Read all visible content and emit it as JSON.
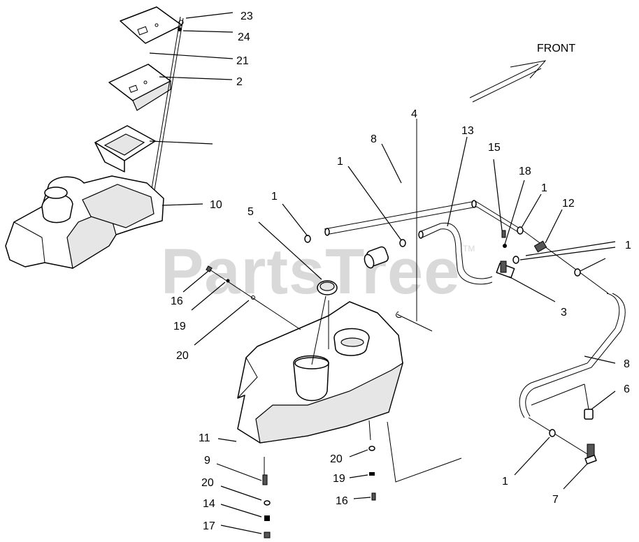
{
  "watermark": {
    "text": "PartsTree",
    "trademark": "TM"
  },
  "direction_label": "FRONT",
  "callouts": [
    {
      "id": "c23",
      "text": "23"
    },
    {
      "id": "c24",
      "text": "24"
    },
    {
      "id": "c21",
      "text": "21"
    },
    {
      "id": "c2",
      "text": "2"
    },
    {
      "id": "c10",
      "text": "10"
    },
    {
      "id": "c5",
      "text": "5"
    },
    {
      "id": "c1a",
      "text": "1"
    },
    {
      "id": "c1b",
      "text": "1"
    },
    {
      "id": "c8a",
      "text": "8"
    },
    {
      "id": "c4",
      "text": "4"
    },
    {
      "id": "c13",
      "text": "13"
    },
    {
      "id": "c15",
      "text": "15"
    },
    {
      "id": "c18",
      "text": "18"
    },
    {
      "id": "c1c",
      "text": "1"
    },
    {
      "id": "c12",
      "text": "12"
    },
    {
      "id": "c1d",
      "text": "1"
    },
    {
      "id": "c3",
      "text": "3"
    },
    {
      "id": "c16a",
      "text": "16"
    },
    {
      "id": "c19a",
      "text": "19"
    },
    {
      "id": "c20a",
      "text": "20"
    },
    {
      "id": "c8b",
      "text": "8"
    },
    {
      "id": "c6",
      "text": "6"
    },
    {
      "id": "c11",
      "text": "11"
    },
    {
      "id": "c9",
      "text": "9"
    },
    {
      "id": "c20b",
      "text": "20"
    },
    {
      "id": "c14",
      "text": "14"
    },
    {
      "id": "c17",
      "text": "17"
    },
    {
      "id": "c20c",
      "text": "20"
    },
    {
      "id": "c19b",
      "text": "19"
    },
    {
      "id": "c16b",
      "text": "16"
    },
    {
      "id": "c1e",
      "text": "1"
    },
    {
      "id": "c7",
      "text": "7"
    }
  ]
}
